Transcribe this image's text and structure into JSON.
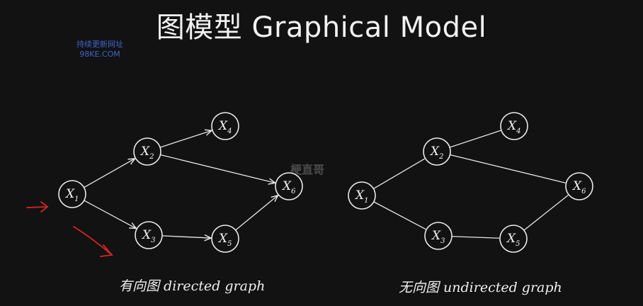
{
  "title": "图模型 Graphical Model",
  "watermark": {
    "line1": "持续更新网址",
    "line2": "98KE.COM",
    "center": "梗直哥"
  },
  "diagrams": [
    {
      "caption": "有向图 directed graph",
      "directed": true,
      "nodes": [
        {
          "id": "x1",
          "name": "X",
          "sub": "1"
        },
        {
          "id": "x2",
          "name": "X",
          "sub": "2"
        },
        {
          "id": "x3",
          "name": "X",
          "sub": "3"
        },
        {
          "id": "x4",
          "name": "X",
          "sub": "4"
        },
        {
          "id": "x5",
          "name": "X",
          "sub": "5"
        },
        {
          "id": "x6",
          "name": "X",
          "sub": "6"
        }
      ],
      "edges": [
        [
          "x1",
          "x2"
        ],
        [
          "x1",
          "x3"
        ],
        [
          "x2",
          "x4"
        ],
        [
          "x2",
          "x6"
        ],
        [
          "x3",
          "x5"
        ],
        [
          "x5",
          "x6"
        ]
      ]
    },
    {
      "caption": "无向图 undirected graph",
      "directed": false,
      "nodes": [
        {
          "id": "x1",
          "name": "X",
          "sub": "1"
        },
        {
          "id": "x2",
          "name": "X",
          "sub": "2"
        },
        {
          "id": "x3",
          "name": "X",
          "sub": "3"
        },
        {
          "id": "x4",
          "name": "X",
          "sub": "4"
        },
        {
          "id": "x5",
          "name": "X",
          "sub": "5"
        },
        {
          "id": "x6",
          "name": "X",
          "sub": "6"
        }
      ],
      "edges": [
        [
          "x1",
          "x2"
        ],
        [
          "x1",
          "x3"
        ],
        [
          "x2",
          "x4"
        ],
        [
          "x2",
          "x6"
        ],
        [
          "x3",
          "x5"
        ],
        [
          "x5",
          "x6"
        ]
      ]
    }
  ]
}
